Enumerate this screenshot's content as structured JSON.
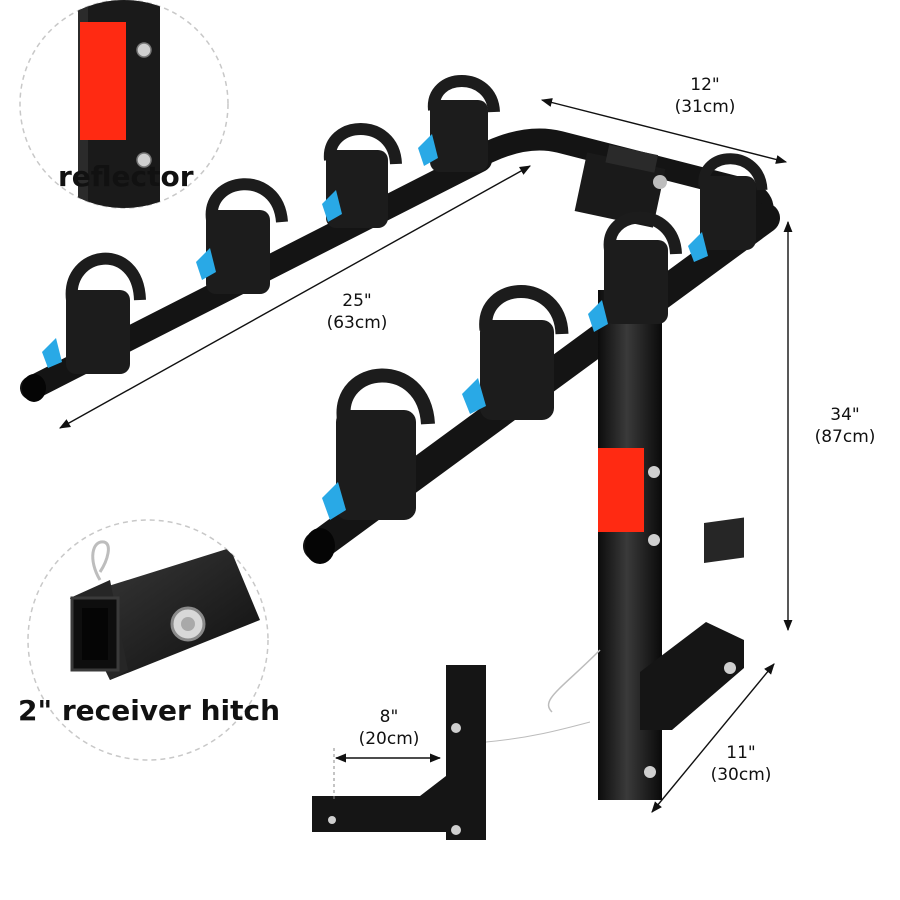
{
  "colors": {
    "rack_black": "#141414",
    "cradle_black": "#1c1c1c",
    "strap_blue": "#29a9e6",
    "reflector_red": "#ff2a12",
    "dashed_circle": "#c8c8c8",
    "background": "#ffffff"
  },
  "insets": {
    "reflector": {
      "label": "reflector"
    },
    "hitch": {
      "label": "2\" receiver hitch"
    }
  },
  "dimensions": {
    "top_width": {
      "in": "12\"",
      "cm": "(31cm)"
    },
    "arm_length": {
      "in": "25\"",
      "cm": "(63cm)"
    },
    "height": {
      "in": "34\"",
      "cm": "(87cm)"
    },
    "hitch_depth": {
      "in": "11\"",
      "cm": "(30cm)"
    },
    "offset": {
      "in": "8\"",
      "cm": "(20cm)"
    }
  }
}
